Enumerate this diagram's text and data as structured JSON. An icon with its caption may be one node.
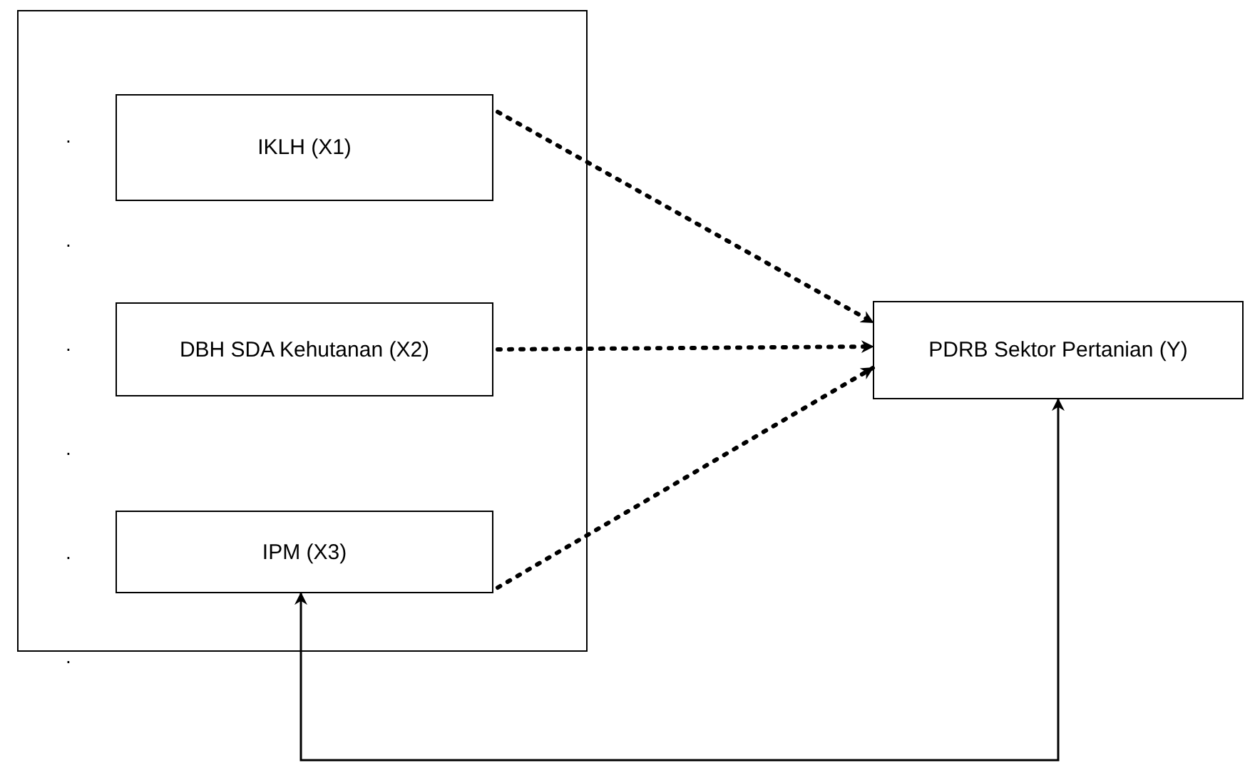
{
  "diagram": {
    "nodes": [
      {
        "text": [],
        "shape": "box"
      },
      {
        "text": [
          "IKLH (X1)"
        ],
        "in": 0
      },
      {
        "text": [
          "DBH SDA Kehutanan (X2)"
        ],
        "in": 0
      },
      {
        "text": [
          "IPM (X3)"
        ],
        "in": 0
      },
      {
        "text": [
          "PDRB Sektor Pertanian (Y)"
        ]
      }
    ],
    "edges": [
      {
        "from": 1,
        "to": 4,
        "arrow": "to",
        "style": "dashed"
      },
      {
        "from": 2,
        "to": 4,
        "arrow": "to",
        "style": "dashed"
      },
      {
        "from": 3,
        "to": 4,
        "arrow": "to",
        "style": "dashed"
      },
      {
        "from": 3,
        "to": 4,
        "arrow": "both"
      }
    ],
    "labels": [
      ".",
      ".",
      ".",
      ".",
      ".",
      "."
    ]
  }
}
